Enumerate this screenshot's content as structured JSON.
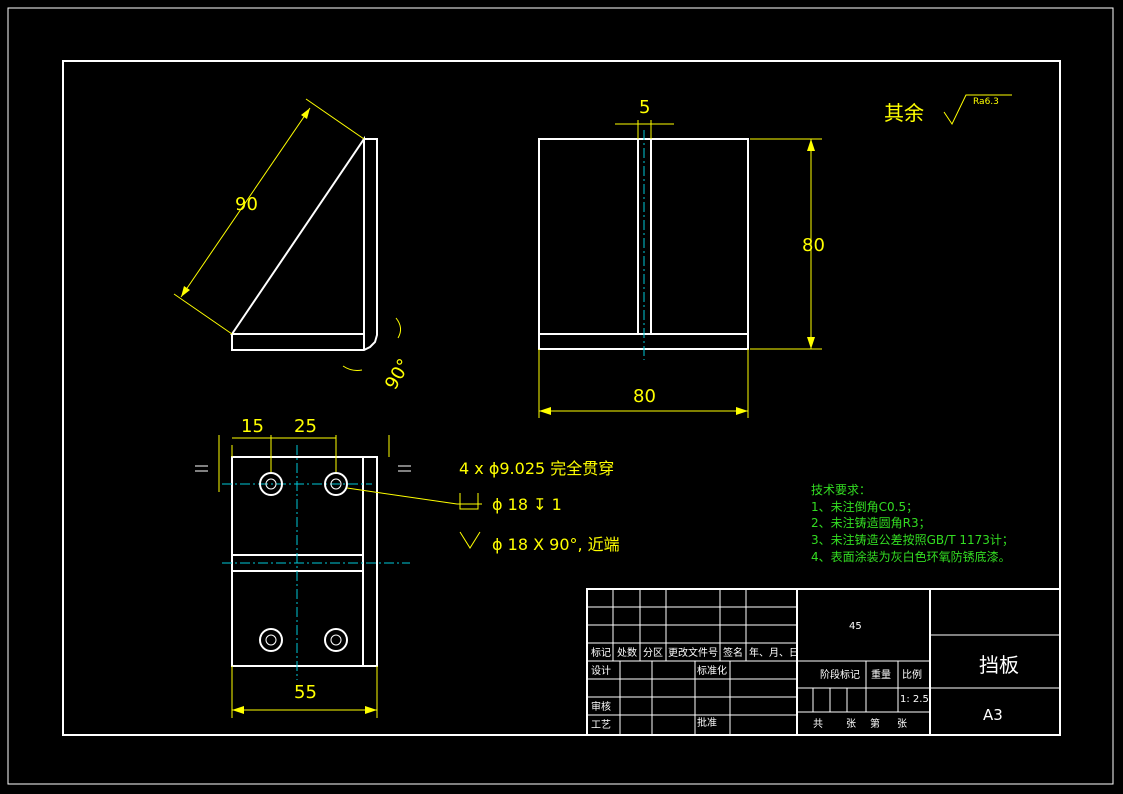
{
  "roughness": {
    "label": "其余",
    "value": "Ra6.3"
  },
  "dimensions": {
    "left_view_diag": "90",
    "left_view_angle": "90°",
    "front_top": "5",
    "front_height": "80",
    "front_width": "80",
    "bottom_d1": "15",
    "bottom_d2": "25",
    "bottom_width": "55"
  },
  "hole_note": {
    "line1": "4 x ϕ9.025 完全贯穿",
    "line2": "ϕ 18 ↧ 1",
    "line3": "ϕ 18 X 90°, 近端"
  },
  "tech_req": {
    "title": "技术要求：",
    "items": [
      "1、未注倒角C0.5；",
      "2、未注铸造圆角R3；",
      "3、未注铸造公差按照GB/T 1173计；",
      "4、表面涂装为灰白色环氧防锈底漆。"
    ]
  },
  "title_block": {
    "material": "45",
    "part_name": "挡板",
    "sheet_size": "A3",
    "scale": "1: 2.5",
    "headers": [
      "标记",
      "处数",
      "分区",
      "更改文件号",
      "签名",
      "年、月、日"
    ],
    "design": "设计",
    "standard": "标准化",
    "review": "审核",
    "process": "工艺",
    "approve": "批准",
    "stage_mark": "阶段标记",
    "weight": "重量",
    "ratio": "比例",
    "total": "共",
    "sheets": "张",
    "page": "第",
    "sheets2": "张"
  },
  "colors": {
    "background": "#000000",
    "outline": "#ffffff",
    "dimension": "#ffff00",
    "centerline": "#00c8d8",
    "notes": "#33dd22"
  }
}
